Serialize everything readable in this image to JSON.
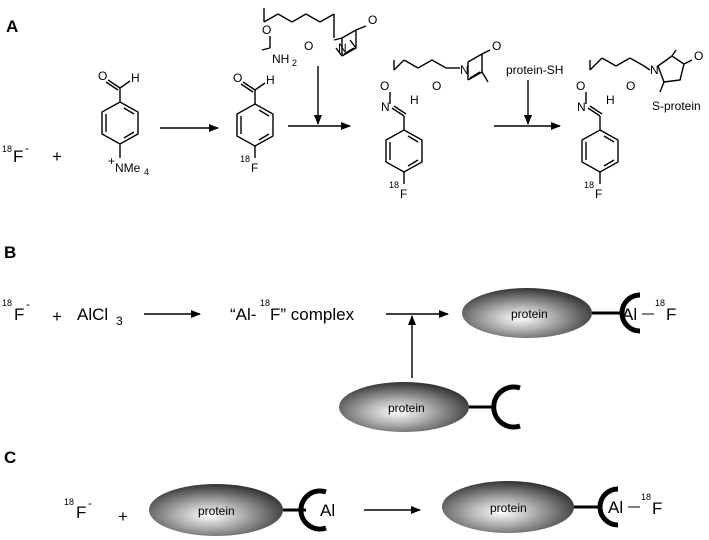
{
  "panels": {
    "a": "A",
    "b": "B",
    "c": "C"
  },
  "scheme_a": {
    "f18_prefix": "18",
    "f18_symbol": "F",
    "f18_charge": "-",
    "plus": "+",
    "aldehyde_h": "H",
    "ammonium_plus": "+",
    "ammonium": "NMe",
    "ammonium_sub": "4",
    "aryl_f_prefix": "18",
    "aryl_f": "F",
    "aminooxy_o": "O",
    "aminooxy_nh": "NH",
    "aminooxy_sub": "2",
    "maleimide_n": "N",
    "carbonyl_o": "O",
    "oxime_o": "O",
    "oxime_n": "N",
    "oxime_h": "H",
    "reagent2": "protein-SH",
    "thioether": "S-protein"
  },
  "scheme_b": {
    "f18_prefix": "18",
    "f18_symbol": "F",
    "f18_charge": "-",
    "plus": "+",
    "alcl": "AlCl",
    "alcl_sub": "3",
    "complex_open": "“Al-",
    "complex_sup": "18",
    "complex_close": "F” complex",
    "protein": "protein",
    "al": "Al",
    "product_f_sup": "18",
    "product_f": "F"
  },
  "scheme_c": {
    "f18_prefix": "18",
    "f18_symbol": "F",
    "f18_charge": "-",
    "plus": "+",
    "protein": "protein",
    "al": "Al",
    "product_f_sup": "18",
    "product_f": "F"
  }
}
